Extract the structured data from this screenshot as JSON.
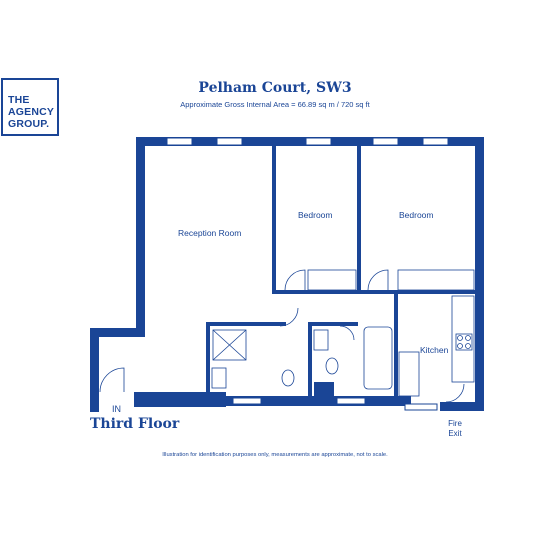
{
  "brand": {
    "line1": "THE",
    "line2": "AGENCY",
    "line3": "GROUP."
  },
  "title": "Pelham Court, SW3",
  "subtitle": "Approximate Gross Internal Area = 66.89 sq m / 720 sq ft",
  "rooms": {
    "reception": "Reception Room",
    "bedroom1": "Bedroom",
    "bedroom2": "Bedroom",
    "kitchen": "Kitchen"
  },
  "entrance_label": "IN",
  "floor_label": "Third Floor",
  "fire_exit": {
    "line1": "Fire",
    "line2": "Exit"
  },
  "disclaimer": "Illustration for identification purposes only, measurements are approximate, not to scale.",
  "colors": {
    "wall": "#1a4596",
    "background": "#ffffff"
  }
}
